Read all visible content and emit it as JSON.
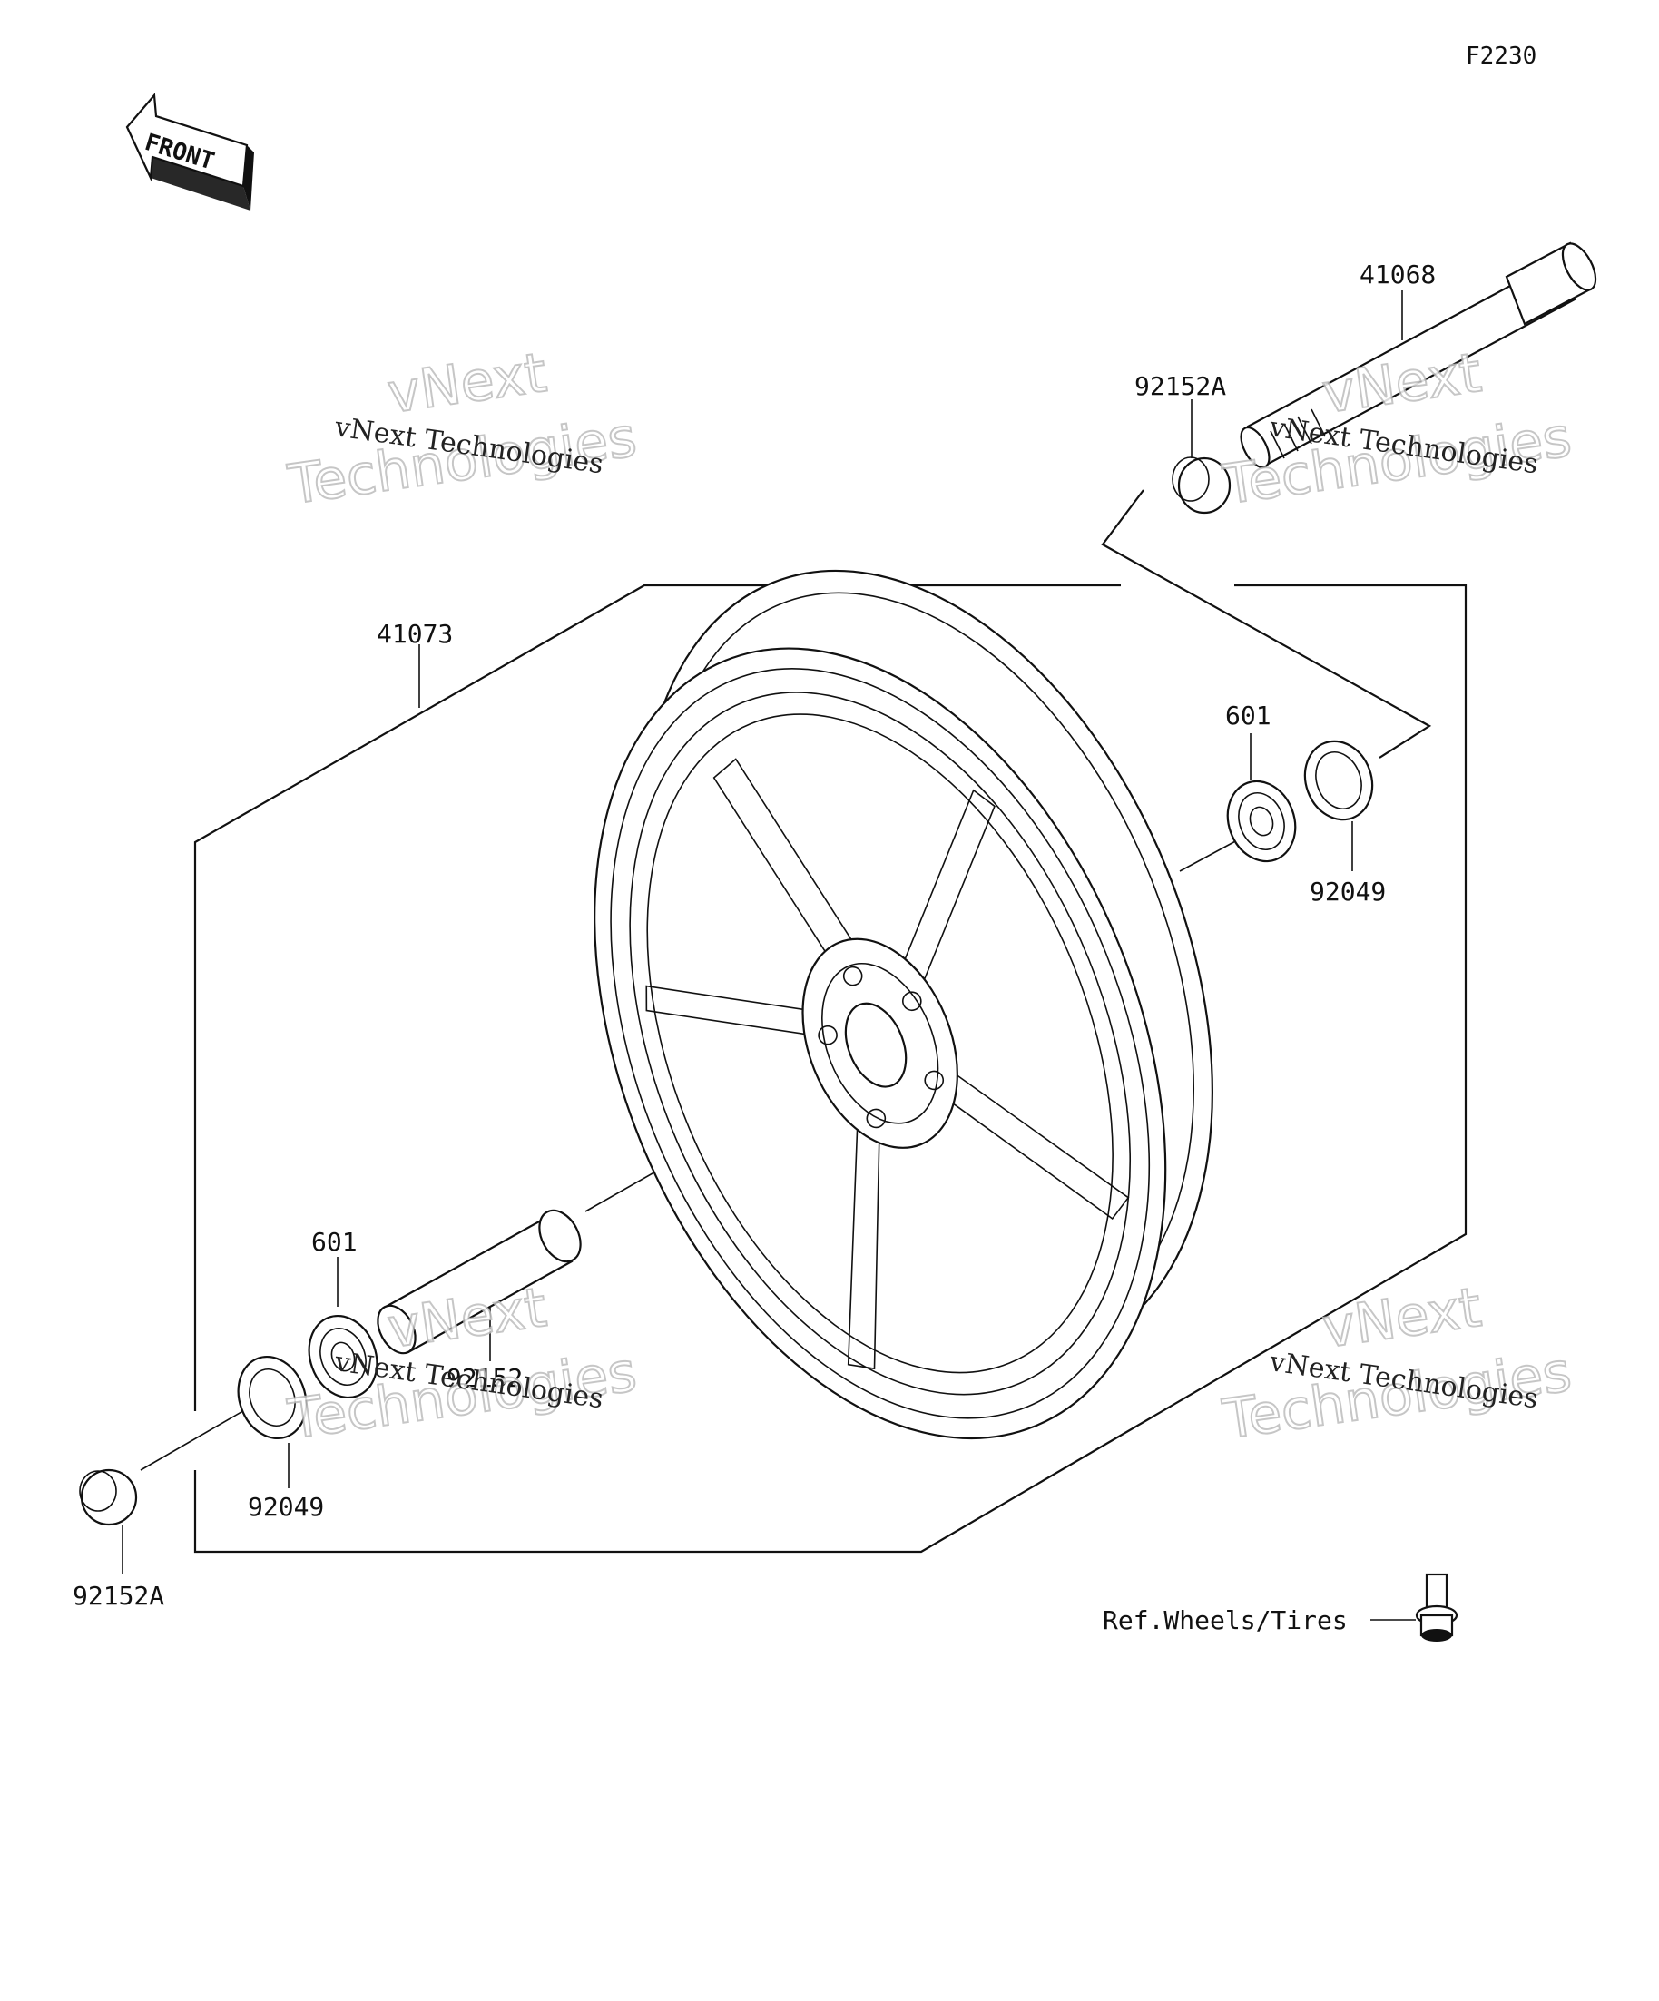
{
  "figure_code": "F2230",
  "front_label": "FRONT",
  "watermark": {
    "line_small": "vNext Technologies",
    "big_line1": "vNext",
    "big_line2": "Technologies"
  },
  "parts": {
    "wheel": "41073",
    "axle": "41068",
    "collar_top_right": "92152A",
    "bearing_right": "601",
    "seal_right": "92049",
    "bearing_left": "601",
    "spacer_center": "92152",
    "seal_left": "92049",
    "collar_bottom_left": "92152A"
  },
  "reference": "Ref.Wheels/Tires"
}
